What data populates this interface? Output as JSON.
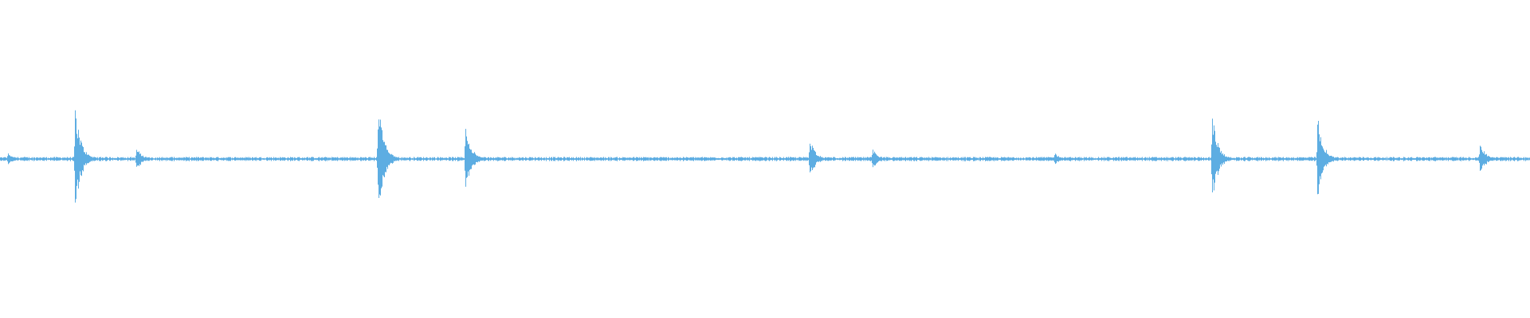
{
  "waveform": {
    "color": "#5dade2",
    "background": "#ffffff",
    "amplitude_range": [
      -1,
      1
    ],
    "duration_fraction_range": [
      0,
      1
    ],
    "baseline_noise_level": 0.012,
    "peaks": [
      {
        "position": 0.005,
        "amplitude": 0.05
      },
      {
        "position": 0.049,
        "amplitude": 0.42
      },
      {
        "position": 0.089,
        "amplitude": 0.09
      },
      {
        "position": 0.247,
        "amplitude": 0.46
      },
      {
        "position": 0.304,
        "amplitude": 0.28
      },
      {
        "position": 0.529,
        "amplitude": 0.17
      },
      {
        "position": 0.57,
        "amplitude": 0.08
      },
      {
        "position": 0.689,
        "amplitude": 0.05
      },
      {
        "position": 0.792,
        "amplitude": 0.36
      },
      {
        "position": 0.861,
        "amplitude": 0.35
      },
      {
        "position": 0.967,
        "amplitude": 0.13
      }
    ]
  }
}
